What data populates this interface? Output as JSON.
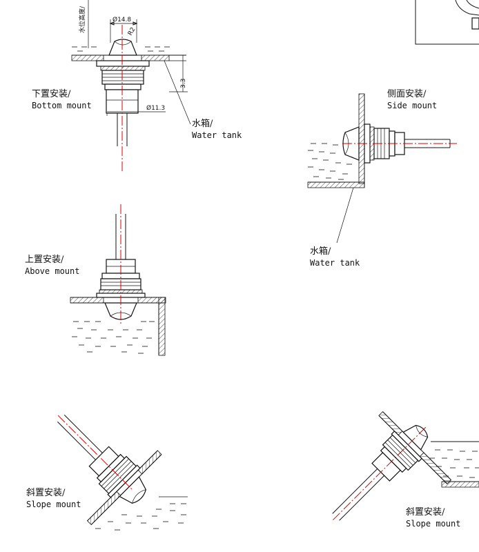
{
  "dims": {
    "d148": "Ø14.8",
    "d113": "Ø11.3",
    "d33": "3.3",
    "r2": "R2",
    "water_level": "水位高度/"
  },
  "labels": {
    "bottom_zh": "下置安装/",
    "bottom_en": "Bottom mount",
    "tank1_zh": "水箱/",
    "tank1_en": "Water tank",
    "side_zh": "侧面安装/",
    "side_en": "Side mount",
    "tank2_zh": "水箱/",
    "tank2_en": "Water tank",
    "above_zh": "上置安装/",
    "above_en": "Above mount",
    "slope1_zh": "斜置安装/",
    "slope1_en": "Slope mount",
    "slope2_zh": "斜置安装/",
    "slope2_en": "Slope mount"
  }
}
